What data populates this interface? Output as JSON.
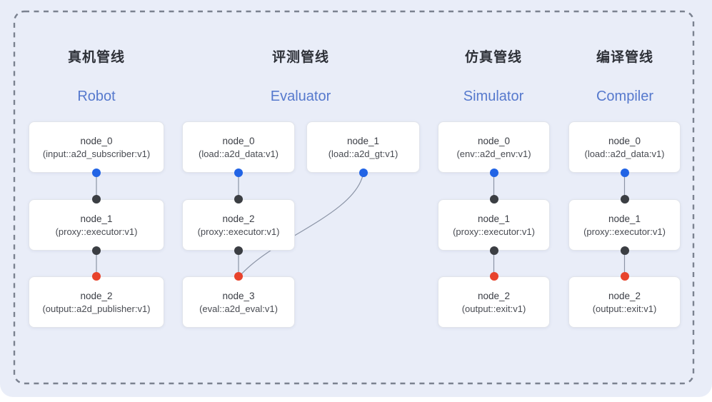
{
  "colors": {
    "bg": "#e9edf8",
    "dash": "#7b8290",
    "edge": "#8b94a6",
    "title": "#2e3138",
    "accent": "#5679cd",
    "node_bg": "#ffffff",
    "node_border": "#e1e4ea",
    "node_text": "#3b3e45",
    "node_subtext": "#484b52",
    "dot_blue": "#2264e5",
    "dot_black": "#3b3e43",
    "dot_red": "#e8432c"
  },
  "pipelines": [
    {
      "title_zh": "真机管线",
      "title_en": "Robot",
      "nodes": [
        {
          "name": "node_0",
          "type": "(input::a2d_subscriber:v1)"
        },
        {
          "name": "node_1",
          "type": "(proxy::executor:v1)"
        },
        {
          "name": "node_2",
          "type": "(output::a2d_publisher:v1)"
        }
      ]
    },
    {
      "title_zh": "评测管线",
      "title_en": "Evaluator",
      "nodes": [
        {
          "name": "node_0",
          "type": "(load::a2d_data:v1)"
        },
        {
          "name": "node_1",
          "type": "(load::a2d_gt:v1)"
        },
        {
          "name": "node_2",
          "type": "(proxy::executor:v1)"
        },
        {
          "name": "node_3",
          "type": "(eval::a2d_eval:v1)"
        }
      ]
    },
    {
      "title_zh": "仿真管线",
      "title_en": "Simulator",
      "nodes": [
        {
          "name": "node_0",
          "type": "(env::a2d_env:v1)"
        },
        {
          "name": "node_1",
          "type": "(proxy::executor:v1)"
        },
        {
          "name": "node_2",
          "type": "(output::exit:v1)"
        }
      ]
    },
    {
      "title_zh": "编译管线",
      "title_en": "Compiler",
      "nodes": [
        {
          "name": "node_0",
          "type": "(load::a2d_data:v1)"
        },
        {
          "name": "node_1",
          "type": "(proxy::executor:v1)"
        },
        {
          "name": "node_2",
          "type": "(output::exit:v1)"
        }
      ]
    }
  ],
  "connections": [
    {
      "from": "Robot/node_0",
      "to": "Robot/node_1"
    },
    {
      "from": "Robot/node_1",
      "to": "Robot/node_2"
    },
    {
      "from": "Evaluator/node_0",
      "to": "Evaluator/node_2"
    },
    {
      "from": "Evaluator/node_1",
      "to": "Evaluator/node_3"
    },
    {
      "from": "Evaluator/node_2",
      "to": "Evaluator/node_3"
    },
    {
      "from": "Simulator/node_0",
      "to": "Simulator/node_1"
    },
    {
      "from": "Simulator/node_1",
      "to": "Simulator/node_2"
    },
    {
      "from": "Compiler/node_0",
      "to": "Compiler/node_1"
    },
    {
      "from": "Compiler/node_1",
      "to": "Compiler/node_2"
    }
  ]
}
